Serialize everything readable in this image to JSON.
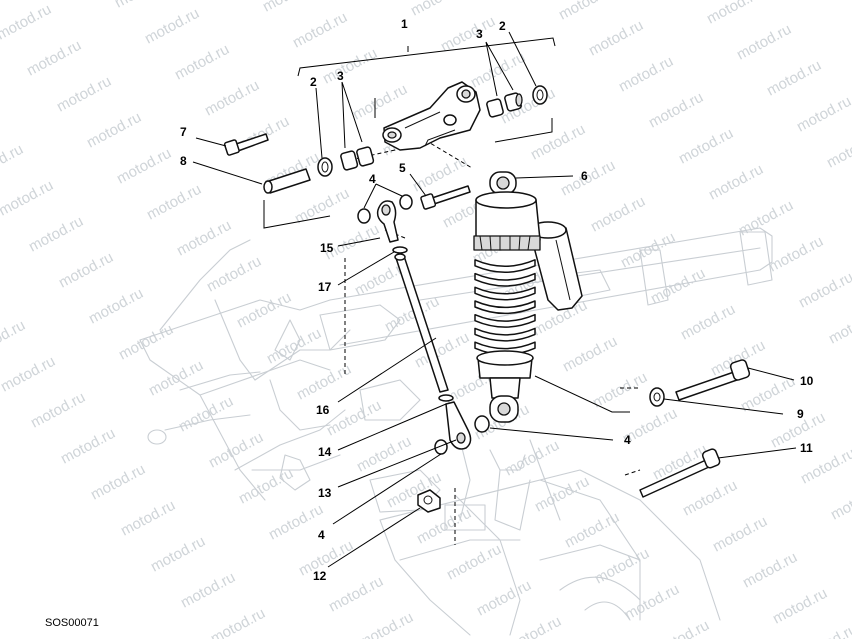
{
  "diagram": {
    "drawing_code": "SOS00071",
    "watermark_text": "motod.ru",
    "callouts": [
      {
        "id": "c1",
        "label": "1"
      },
      {
        "id": "c2a",
        "label": "2"
      },
      {
        "id": "c2b",
        "label": "2"
      },
      {
        "id": "c3a",
        "label": "3"
      },
      {
        "id": "c3b",
        "label": "3"
      },
      {
        "id": "c4a",
        "label": "4"
      },
      {
        "id": "c4b",
        "label": "4"
      },
      {
        "id": "c4c",
        "label": "4"
      },
      {
        "id": "c5",
        "label": "5"
      },
      {
        "id": "c6",
        "label": "6"
      },
      {
        "id": "c7",
        "label": "7"
      },
      {
        "id": "c8",
        "label": "8"
      },
      {
        "id": "c9",
        "label": "9"
      },
      {
        "id": "c10",
        "label": "10"
      },
      {
        "id": "c11",
        "label": "11"
      },
      {
        "id": "c12",
        "label": "12"
      },
      {
        "id": "c13",
        "label": "13"
      },
      {
        "id": "c14",
        "label": "14"
      },
      {
        "id": "c15",
        "label": "15"
      },
      {
        "id": "c16",
        "label": "16"
      },
      {
        "id": "c17",
        "label": "17"
      }
    ]
  }
}
